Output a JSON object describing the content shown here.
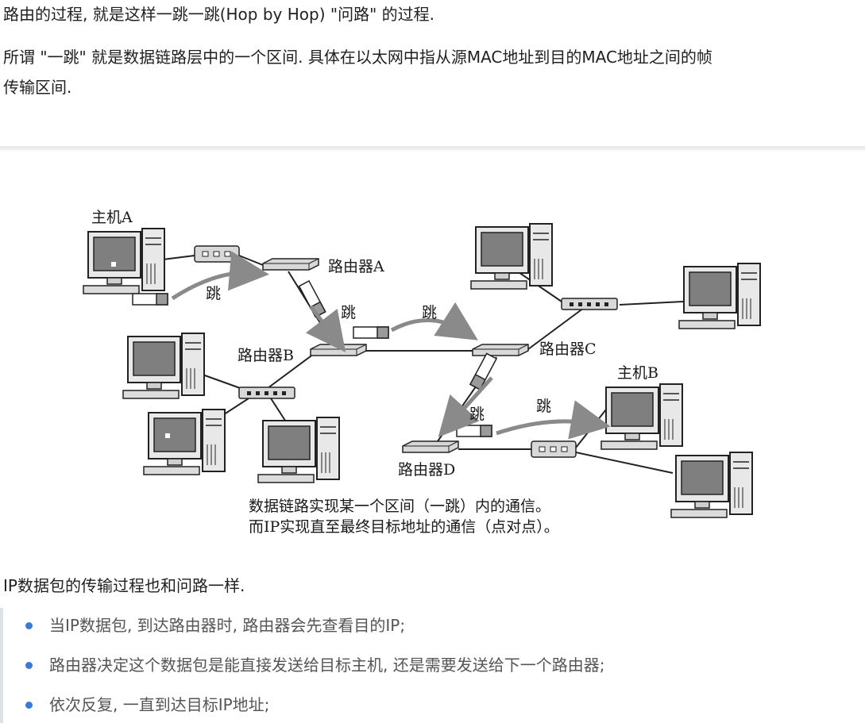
{
  "article": {
    "para1": "路由的过程, 就是这样一跳一跳(Hop by Hop) \"问路\" 的过程.",
    "para2_line1": "所谓 \"一跳\" 就是数据链路层中的一个区间. 具体在以太网中指从源MAC地址到目的MAC地址之间的帧",
    "para2_line2": "传输区间.",
    "para3": "IP数据包的传输过程也和问路一样.",
    "bullets": [
      "当IP数据包, 到达路由器时, 路由器会先查看目的IP;",
      "路由器决定这个数据包是能直接发送给目标主机, 还是需要发送给下一个路由器;",
      "依次反复, 一直到达目标IP地址;"
    ]
  },
  "figure": {
    "labels": {
      "host_a": "主机A",
      "host_b": "主机B",
      "router_a": "路由器A",
      "router_b": "路由器B",
      "router_c": "路由器C",
      "router_d": "路由器D",
      "hop": "跳"
    },
    "caption_line1": "数据链路实现某一个区间（一跳）内的通信。",
    "caption_line2": "而IP实现直至最终目标地址的通信（点对点）。"
  },
  "colors": {
    "bullet": "#3a7bd5",
    "text": "#1f1f1f",
    "quote_text": "#555555",
    "quote_border": "#dfe2e5"
  }
}
